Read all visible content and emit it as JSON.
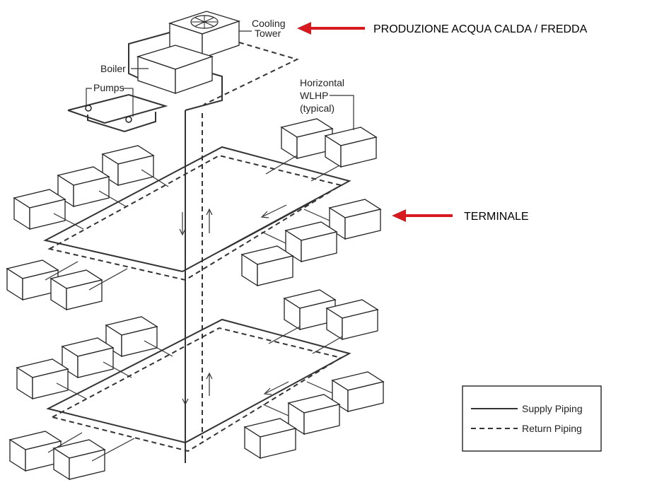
{
  "labels": {
    "cooling_tower_line1": "Cooling",
    "cooling_tower_line2": "Tower",
    "boiler": "Boiler",
    "pumps": "Pumps",
    "wlhp_line1": "Horizontal",
    "wlhp_line2": "WLHP",
    "wlhp_line3": "(typical)"
  },
  "callouts": {
    "production": "PRODUZIONE ACQUA CALDA  /  FREDDA",
    "terminal": "TERMINALE"
  },
  "legend": {
    "supply": "Supply  Piping",
    "return": "Return  Piping"
  },
  "colors": {
    "callout_arrow": "#d71920",
    "line": "#333333"
  }
}
